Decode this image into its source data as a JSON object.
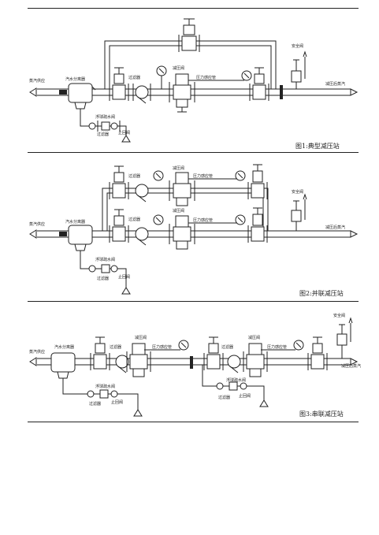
{
  "labels": {
    "steam_in": "蒸汽供应",
    "separator": "汽水分离器",
    "strainer": "过滤器",
    "reducing_valve": "减压阀",
    "pressure_pipe": "压力感应管",
    "safety_valve": "安全阀",
    "steam_out": "减压后蒸汽",
    "trap": "浮球疏水阀",
    "check_valve": "止回阀"
  },
  "figures": {
    "fig1": "图1:典型减压站",
    "fig2": "图2:并联减压站",
    "fig3": "图3:串联减压站"
  }
}
